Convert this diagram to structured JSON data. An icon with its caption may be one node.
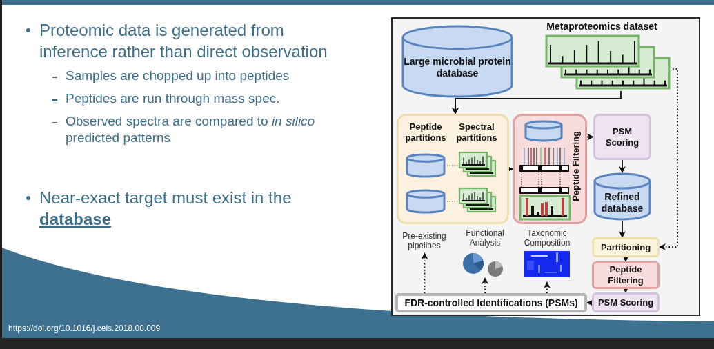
{
  "diagram": {
    "nodes": [
      {
        "text": [
          "Large microbial protein database"
        ]
      },
      {
        "text": [
          "Metaproteomics dataset"
        ]
      },
      {
        "text": [
          "Peptide partitions",
          "Spectral partitions"
        ]
      },
      {
        "text": [
          "Peptide Filtering"
        ]
      },
      {
        "text": [
          "PSM Scoring"
        ]
      },
      {
        "text": [
          "Refined database"
        ]
      },
      {
        "text": [
          "Partitioning"
        ]
      },
      {
        "text": [
          "Peptide Filtering"
        ]
      },
      {
        "text": [
          "PSM Scoring"
        ]
      },
      {
        "text": [
          "FDR-controlled Identifications (PSMs)"
        ]
      },
      {
        "text": [
          "Pre-existing pipelines"
        ]
      },
      {
        "text": [
          "Functional Analysis"
        ]
      },
      {
        "text": [
          "Taxonomic Composition"
        ]
      }
    ],
    "edges": [
      {
        "from": 0,
        "to": 2,
        "arrow": "to"
      },
      {
        "from": 1,
        "to": 2,
        "arrow": "to"
      },
      {
        "from": 2,
        "to": 3,
        "arrow": "to"
      },
      {
        "from": 3,
        "to": 4,
        "arrow": "to"
      },
      {
        "from": 4,
        "to": 5,
        "arrow": "to"
      },
      {
        "from": 5,
        "to": 6,
        "arrow": "to"
      },
      {
        "from": 6,
        "to": 7,
        "arrow": "to"
      },
      {
        "from": 7,
        "to": 8,
        "arrow": "to"
      },
      {
        "from": 8,
        "to": 9,
        "arrow": "to"
      },
      {
        "from": 1,
        "to": 6,
        "arrow": "to",
        "style": "dashed"
      },
      {
        "from": 9,
        "to": 10,
        "arrow": "to",
        "style": "dashed"
      },
      {
        "from": 9,
        "to": 11,
        "arrow": "to",
        "style": "dashed"
      },
      {
        "from": 9,
        "to": 12,
        "arrow": "to",
        "style": "dashed"
      }
    ],
    "labels": [
      "Proteomic data is generated from inference rather than direct observation",
      "Samples are chopped up into peptides",
      "Peptides are run through mass spec.",
      "Observed spectra are compared to *in silico* predicted patterns",
      "Near-exact target must exist in the **database**",
      "https://doi.org/10.1016/j.cels.2018.08.009"
    ]
  }
}
